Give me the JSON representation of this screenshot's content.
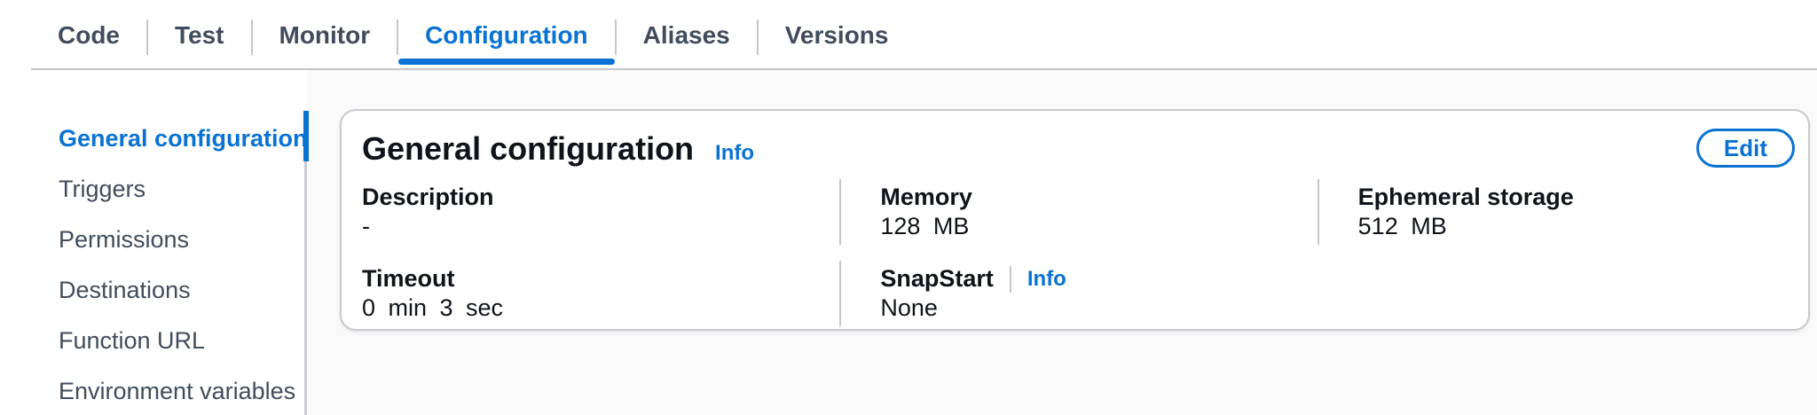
{
  "colors": {
    "accent": "#0972d3",
    "text": "#0f141a",
    "secondary_text": "#414d5c",
    "divider": "#c6c6cd",
    "panel_background": "#fafafa"
  },
  "tabs": {
    "items": [
      {
        "label": "Code",
        "active": false
      },
      {
        "label": "Test",
        "active": false
      },
      {
        "label": "Monitor",
        "active": false
      },
      {
        "label": "Configuration",
        "active": true
      },
      {
        "label": "Aliases",
        "active": false
      },
      {
        "label": "Versions",
        "active": false
      }
    ]
  },
  "sidebar": {
    "items": [
      {
        "label": "General configuration",
        "active": true
      },
      {
        "label": "Triggers",
        "active": false
      },
      {
        "label": "Permissions",
        "active": false
      },
      {
        "label": "Destinations",
        "active": false
      },
      {
        "label": "Function URL",
        "active": false
      },
      {
        "label": "Environment variables",
        "active": false
      }
    ]
  },
  "panel": {
    "title": "General configuration",
    "title_info_label": "Info",
    "edit_button_label": "Edit",
    "fields": [
      {
        "label": "Description",
        "value": "-"
      },
      {
        "label": "Memory",
        "value": "128 MB"
      },
      {
        "label": "Ephemeral storage",
        "value": "512 MB"
      },
      {
        "label": "Timeout",
        "value": "0 min 3 sec"
      },
      {
        "label": "SnapStart",
        "info": "Info",
        "value": "None"
      }
    ]
  }
}
